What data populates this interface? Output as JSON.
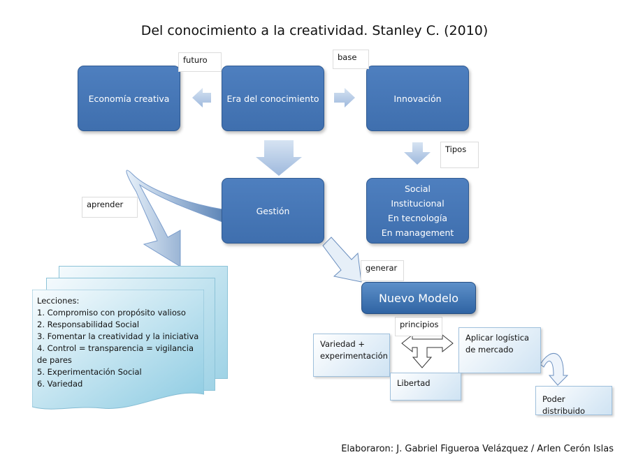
{
  "title": "Del conocimiento a la creatividad.  Stanley C. (2010)",
  "boxes": {
    "economia": "Economía creativa",
    "era": "Era del conocimiento",
    "innovacion": "Innovación",
    "gestion": "Gestión",
    "tipos": [
      "Social",
      "Institucional",
      "En tecnología",
      "En management"
    ]
  },
  "tags": {
    "futuro": "futuro",
    "base": "base",
    "tipos": "Tipos",
    "aprender": "aprender",
    "generar": "generar",
    "principios": "principios"
  },
  "lecciones": [
    "Lecciones:",
    "1. Compromiso con propósito valioso",
    "2. Responsabilidad Social",
    "3. Fomentar la creatividad y la iniciativa",
    "4. Control = transparencia = vigilancia de pares",
    "5. Experimentación Social",
    "6. Variedad"
  ],
  "nuevo_modelo": "Nuevo Modelo",
  "principios_items": {
    "variedad": "Variedad + experimentación",
    "logistica": "Aplicar logística de mercado",
    "libertad": "Libertad",
    "poder": "Poder distribuido"
  },
  "footer": "Elaboraron: J. Gabriel Figueroa Velázquez  /   Arlen Cerón Islas"
}
